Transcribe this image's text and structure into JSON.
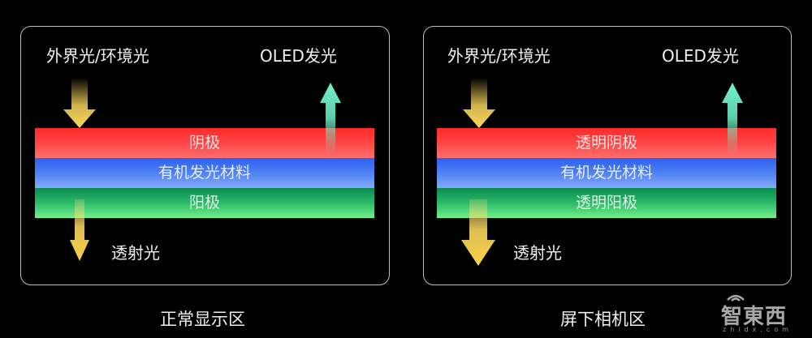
{
  "panels": [
    {
      "id": "normal",
      "ambient_label": "外界光/环境光",
      "oled_label": "OLED发光",
      "layers": [
        {
          "name": "cathode",
          "label": "阴极",
          "color": "#ff3b3b"
        },
        {
          "name": "organic",
          "label": "有机发光材料",
          "color": "#4a7ff4"
        },
        {
          "name": "anode",
          "label": "阳极",
          "color": "#2cbb68"
        }
      ],
      "transmitted_label": "透射光",
      "transmitted_strength": "weak",
      "caption": "正常显示区"
    },
    {
      "id": "camera",
      "ambient_label": "外界光/环境光",
      "oled_label": "OLED发光",
      "layers": [
        {
          "name": "transparent-cathode",
          "label": "透明阴极",
          "color": "#ff3b3b"
        },
        {
          "name": "organic",
          "label": "有机发光材料",
          "color": "#4a7ff4"
        },
        {
          "name": "transparent-anode",
          "label": "透明阳极",
          "color": "#2cbb68"
        }
      ],
      "transmitted_label": "透射光",
      "transmitted_strength": "strong",
      "caption": "屏下相机区"
    }
  ],
  "colors": {
    "incoming_arrow": "#f5d35a",
    "oled_arrow": "#6ef0c8",
    "border": "#bdbdbd"
  },
  "watermark": {
    "logo": "智東西",
    "url": "zhidx.com"
  }
}
